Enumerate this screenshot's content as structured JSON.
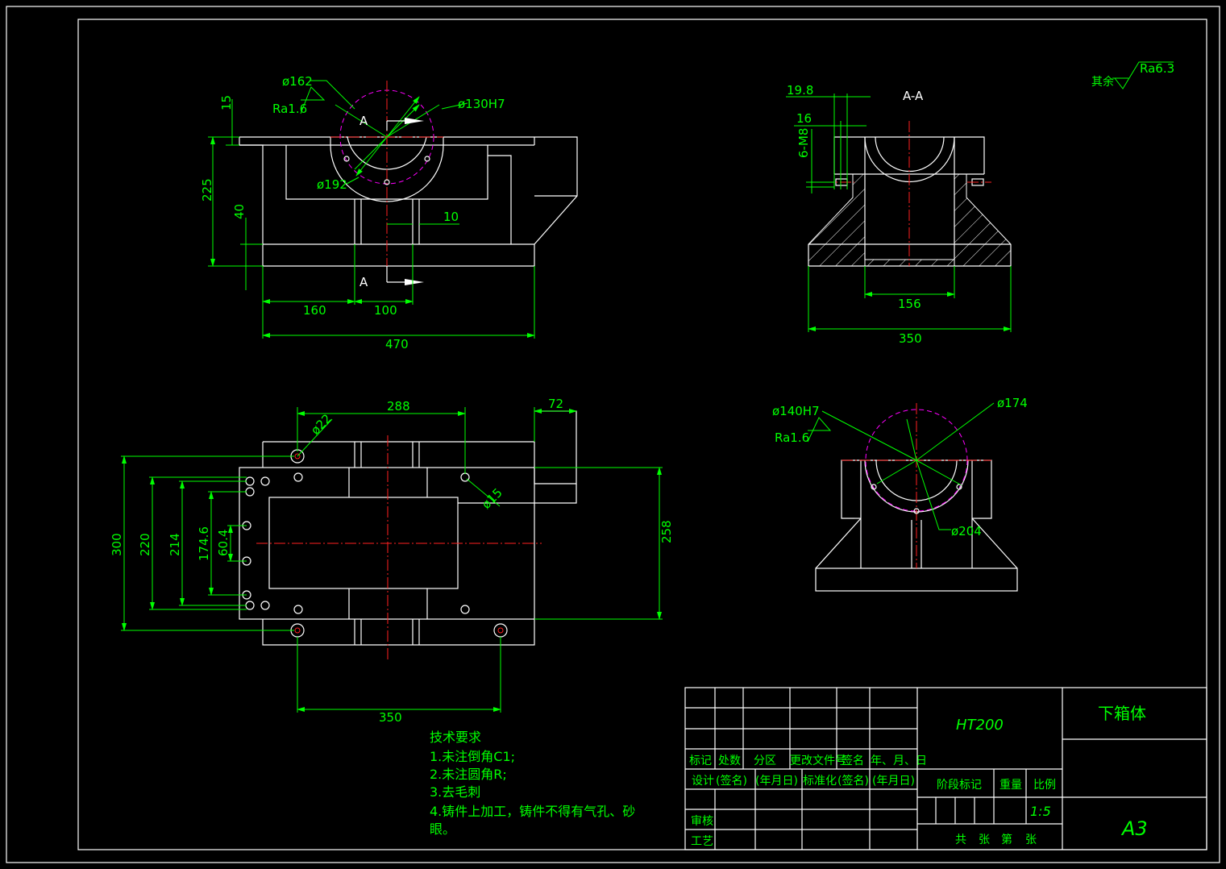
{
  "views": {
    "front": {
      "dims": {
        "d162": "ø162",
        "d130": "ø130H7",
        "d192": "ø192",
        "ra": "Ra1.6",
        "h15": "15",
        "h225": "225",
        "h40": "40",
        "w10": "10",
        "w160": "160",
        "w100": "100",
        "w470": "470"
      },
      "section_marks": [
        "A",
        "A"
      ]
    },
    "section": {
      "title": "A-A",
      "dims": {
        "w198": "19.8",
        "w16": "16",
        "thread": "6-M8",
        "w156": "156",
        "w350": "350"
      }
    },
    "top": {
      "dims": {
        "d22": "ø22",
        "w288": "288",
        "w72": "72",
        "d15": "ø15",
        "h300": "300",
        "h220": "220",
        "h214": "214",
        "h1746": "174.6",
        "h604": "60.4",
        "h258": "258",
        "w350": "350"
      }
    },
    "side": {
      "dims": {
        "d140": "ø140H7",
        "d174": "ø174",
        "ra": "Ra1.6",
        "d204": "ø204"
      }
    }
  },
  "roughness_note": {
    "prefix": "其余",
    "value": "Ra6.3"
  },
  "tech_requirements": {
    "title": "技术要求",
    "items": [
      "1.未注倒角C1;",
      "2.未注圆角R;",
      "3.去毛刺",
      "4.铸件上加工，铸件不得有气孔、砂",
      "眼。"
    ]
  },
  "title_block": {
    "material": "HT200",
    "part_name": "下箱体",
    "sheet_size": "A3",
    "scale": "1:5",
    "header_row": [
      "标记",
      "处数",
      "分区",
      "更改文件号",
      "签名",
      "年、月、日"
    ],
    "design_row": [
      "设计",
      "(签名)",
      "(年月日)",
      "标准化",
      "(签名)",
      "(年月日)"
    ],
    "review": "审核",
    "process": "工艺",
    "stage_label": "阶段标记",
    "weight_label": "重量",
    "scale_label": "比例",
    "sheets": [
      "共",
      "张",
      "第",
      "张"
    ]
  },
  "colors": {
    "background": "#000000",
    "outline": "#ffffff",
    "dimension": "#00ff00",
    "centerline": "#ff2020",
    "hidden_circle": "#ff00ff"
  }
}
